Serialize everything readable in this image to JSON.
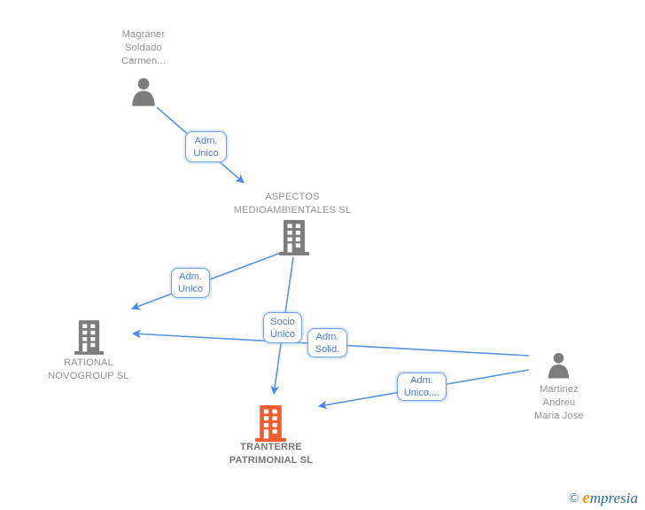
{
  "diagram": {
    "nodes": {
      "magraner": {
        "type": "person",
        "icon": "person-icon",
        "lines": [
          "Magraner",
          "Soldado",
          "Carmen..."
        ]
      },
      "aspectos": {
        "type": "company",
        "icon": "building-icon",
        "lines": [
          "ASPECTOS",
          "MEDIOAMBIENTALES SL"
        ]
      },
      "rational": {
        "type": "company",
        "icon": "building-icon",
        "lines": [
          "RATIONAL",
          "NOVOGROUP SL"
        ]
      },
      "martinez": {
        "type": "person",
        "icon": "person-icon",
        "lines": [
          "Martinez",
          "Andreu",
          "Maria Jose"
        ]
      },
      "tranterre": {
        "type": "company",
        "icon": "building-icon",
        "lines": [
          "TRANTERRE",
          "PATRIMONIAL SL"
        ],
        "highlighted": true
      }
    },
    "relations": {
      "adm_unico_1": {
        "lines": [
          "Adm.",
          "Unico"
        ],
        "from": "magraner",
        "to": "aspectos"
      },
      "adm_unico_2": {
        "lines": [
          "Adm.",
          "Unico"
        ],
        "from": "aspectos",
        "to": "rational"
      },
      "socio_unico": {
        "lines": [
          "Socio",
          "Único"
        ],
        "from": "aspectos",
        "to": "tranterre"
      },
      "adm_solid": {
        "lines": [
          "Adm.",
          "Solid."
        ],
        "from": "martinez",
        "to": "rational"
      },
      "adm_unico_multi": {
        "lines": [
          "Adm.",
          "Unico,..."
        ],
        "from": "martinez",
        "to": "tranterre"
      }
    }
  },
  "watermark": {
    "copyright": "©",
    "brand_initial": "e",
    "brand_rest": "mpresia"
  },
  "colors": {
    "edge": "#5b92e0",
    "arrowhead": "#4a86e8",
    "box_border": "#6d9eeb",
    "box_text": "#4a7bd0",
    "node_icon_gray": "#7d7d7d",
    "node_label_gray": "#919191",
    "highlight_orange": "#f75c2f",
    "focus_label": "#757575",
    "brand_orange": "#f7941d",
    "brand_teal": "#2e6e8e"
  }
}
